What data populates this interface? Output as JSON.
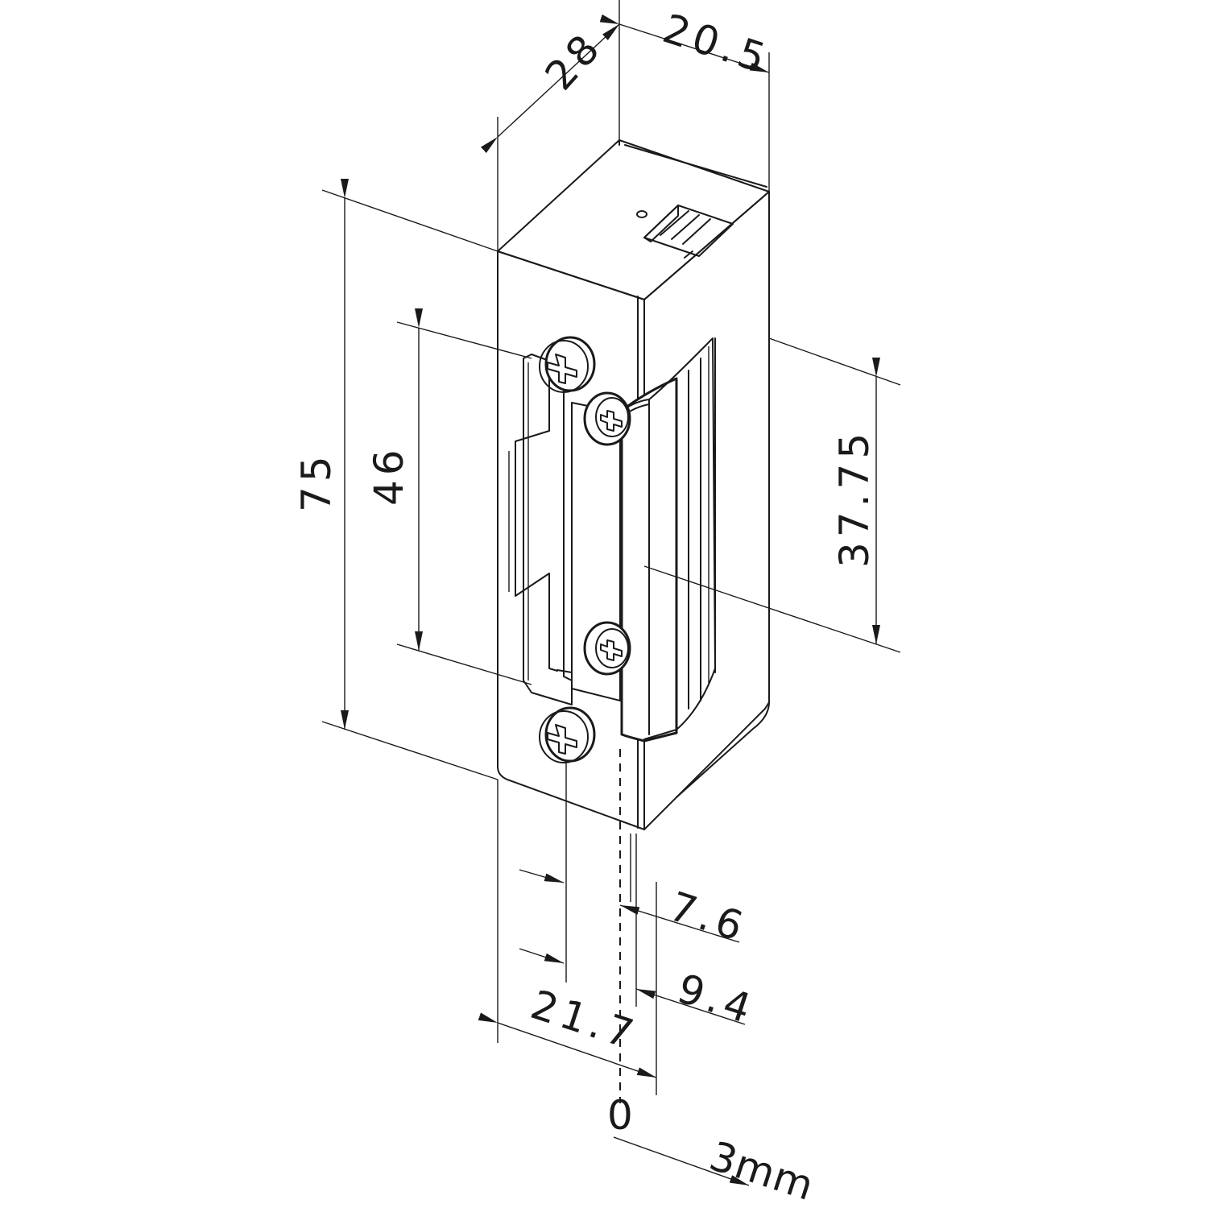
{
  "dimensions": {
    "top_depth": "28",
    "top_width": "20.5",
    "plate_height": "75",
    "screw_spacing": "46",
    "latch_offset": "37.75",
    "screw_to_zero": "7.6",
    "latch_to_zero": "9.4",
    "plate_width": "21.7",
    "zero_mark": "0",
    "scale_label": "3mm"
  }
}
